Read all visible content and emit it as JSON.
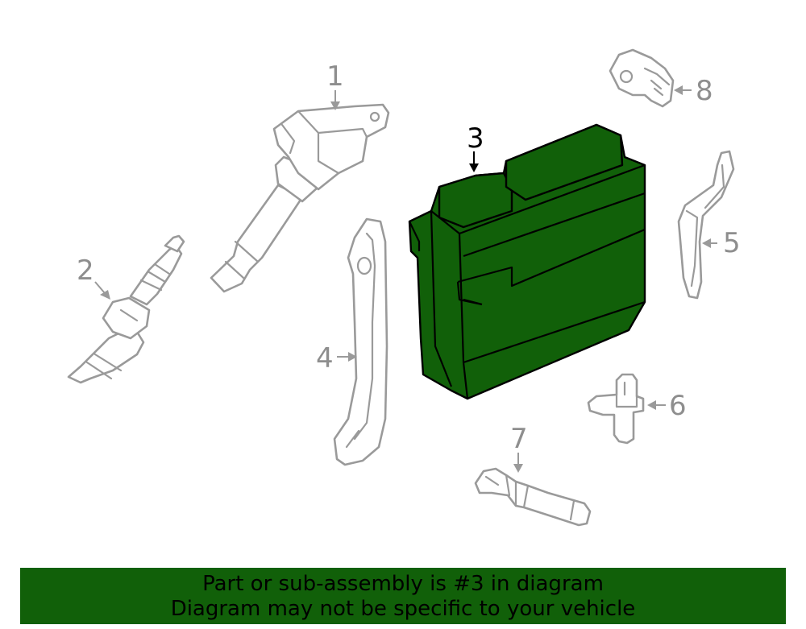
{
  "callouts": {
    "c1": "1",
    "c2": "2",
    "c3": "3",
    "c4": "4",
    "c5": "5",
    "c6": "6",
    "c7": "7",
    "c8": "8"
  },
  "highlight_color": "#116009",
  "banner": {
    "line1": "Part or sub-assembly is #3 in diagram",
    "line2": "Diagram may not be specific to your vehicle"
  }
}
